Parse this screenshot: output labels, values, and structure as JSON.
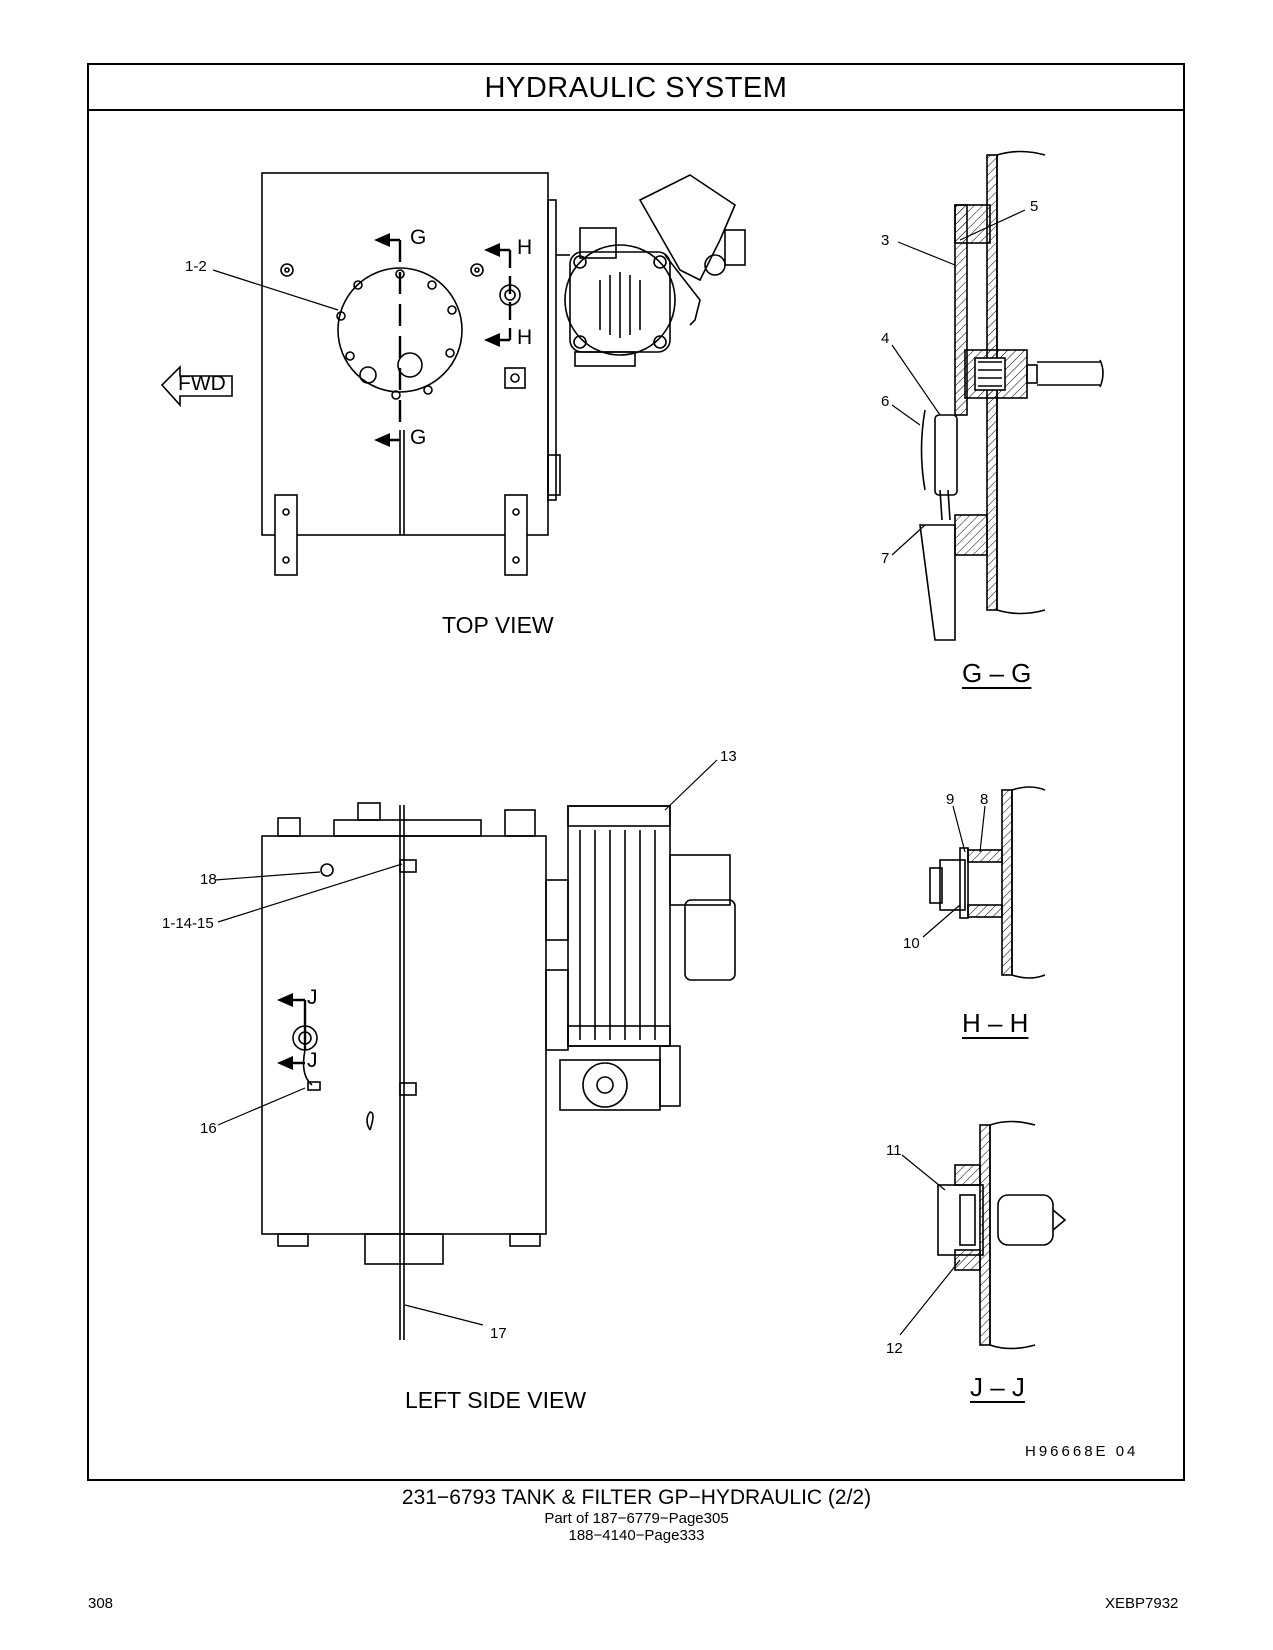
{
  "header": {
    "title": "HYDRAULIC   SYSTEM"
  },
  "views": {
    "top_view": "TOP VIEW",
    "left_side_view": "LEFT SIDE VIEW",
    "fwd": "FWD",
    "sections": {
      "gg": "G – G",
      "hh": "H – H",
      "jj": "J – J"
    },
    "cut_letters": {
      "g": "G",
      "h": "H",
      "j": "J"
    }
  },
  "callouts": {
    "c1_2": "1-2",
    "c3": "3",
    "c4": "4",
    "c5": "5",
    "c6": "6",
    "c7": "7",
    "c8": "8",
    "c9": "9",
    "c10": "10",
    "c11": "11",
    "c12": "12",
    "c13": "13",
    "c16": "16",
    "c17": "17",
    "c18": "18",
    "c1_14_15": "1-14-15"
  },
  "drawing_code": "H96668E    04",
  "footer": {
    "group_title": "231−6793   TANK  &  FILTER  GP−HYDRAULIC (2/2)",
    "part_of_1": "Part of 187−6779−Page305",
    "part_of_2": "188−4140−Page333",
    "page_number": "308",
    "doc_id": "XEBP7932"
  }
}
